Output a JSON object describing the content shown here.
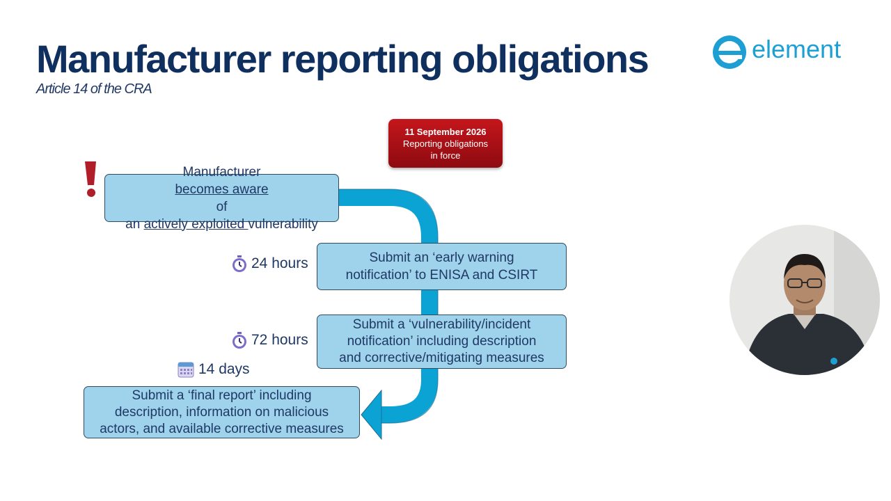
{
  "slide": {
    "title": "Manufacturer reporting obligations",
    "subtitle": "Article 14 of the CRA"
  },
  "logo": {
    "text": "element"
  },
  "deadline": {
    "date": "11 September 2026",
    "line1": "Reporting obligations",
    "line2": "in force"
  },
  "steps": [
    {
      "line1": {
        "pre": "Manufacturer ",
        "u": "becomes aware ",
        "post": "of"
      },
      "line2": {
        "pre": "an ",
        "u": "actively exploited ",
        "post": "vulnerability"
      }
    },
    {
      "line1": "Submit an ‘early warning",
      "line2": "notification’ to ENISA and CSIRT"
    },
    {
      "line1": "Submit a ‘vulnerability/incident",
      "line2": "notification’ including description",
      "line3": "and corrective/mitigating measures"
    },
    {
      "line1": "Submit a ‘final report’ including",
      "line2": "description, information on malicious",
      "line3": "actors, and available corrective measures"
    }
  ],
  "timings": [
    {
      "label": "24 hours",
      "icon": "stopwatch-icon"
    },
    {
      "label": "72 hours",
      "icon": "stopwatch-icon"
    },
    {
      "label": "14 days",
      "icon": "calendar-icon"
    }
  ],
  "colors": {
    "title": "#0f2f5f",
    "arrow": "#0aa3d4",
    "box_fill": "#9fd3ec",
    "deadline": "#b5121b",
    "alert": "#b01e2a"
  }
}
